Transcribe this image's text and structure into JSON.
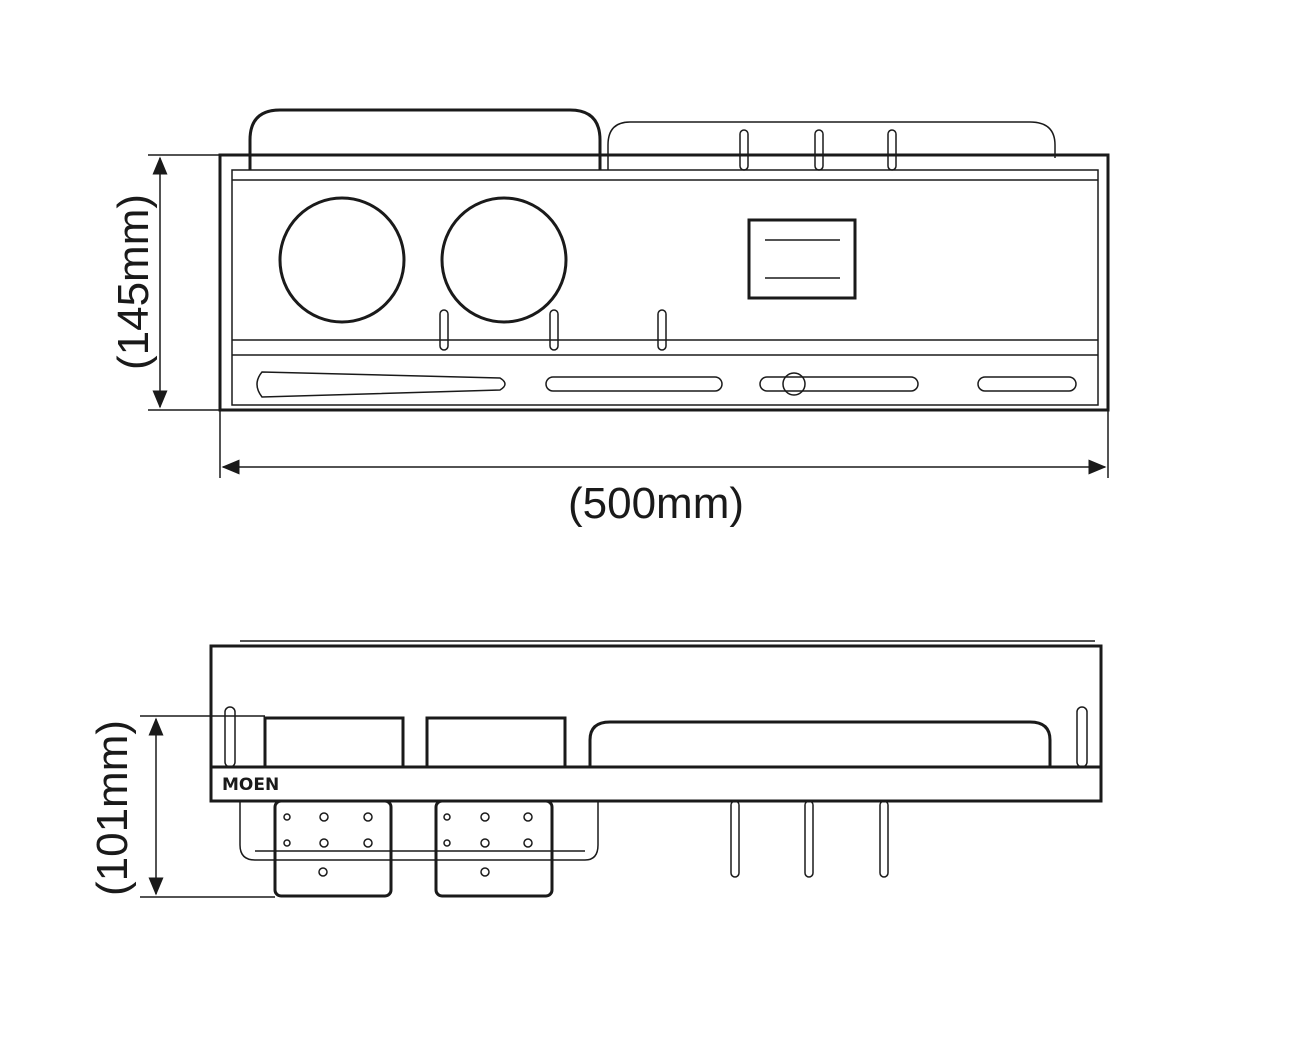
{
  "top_view": {
    "height_label": "(145mm)",
    "width_label": "(500mm)"
  },
  "front_view": {
    "height_label": "(101mm)",
    "brand_logo": "MOEN"
  }
}
